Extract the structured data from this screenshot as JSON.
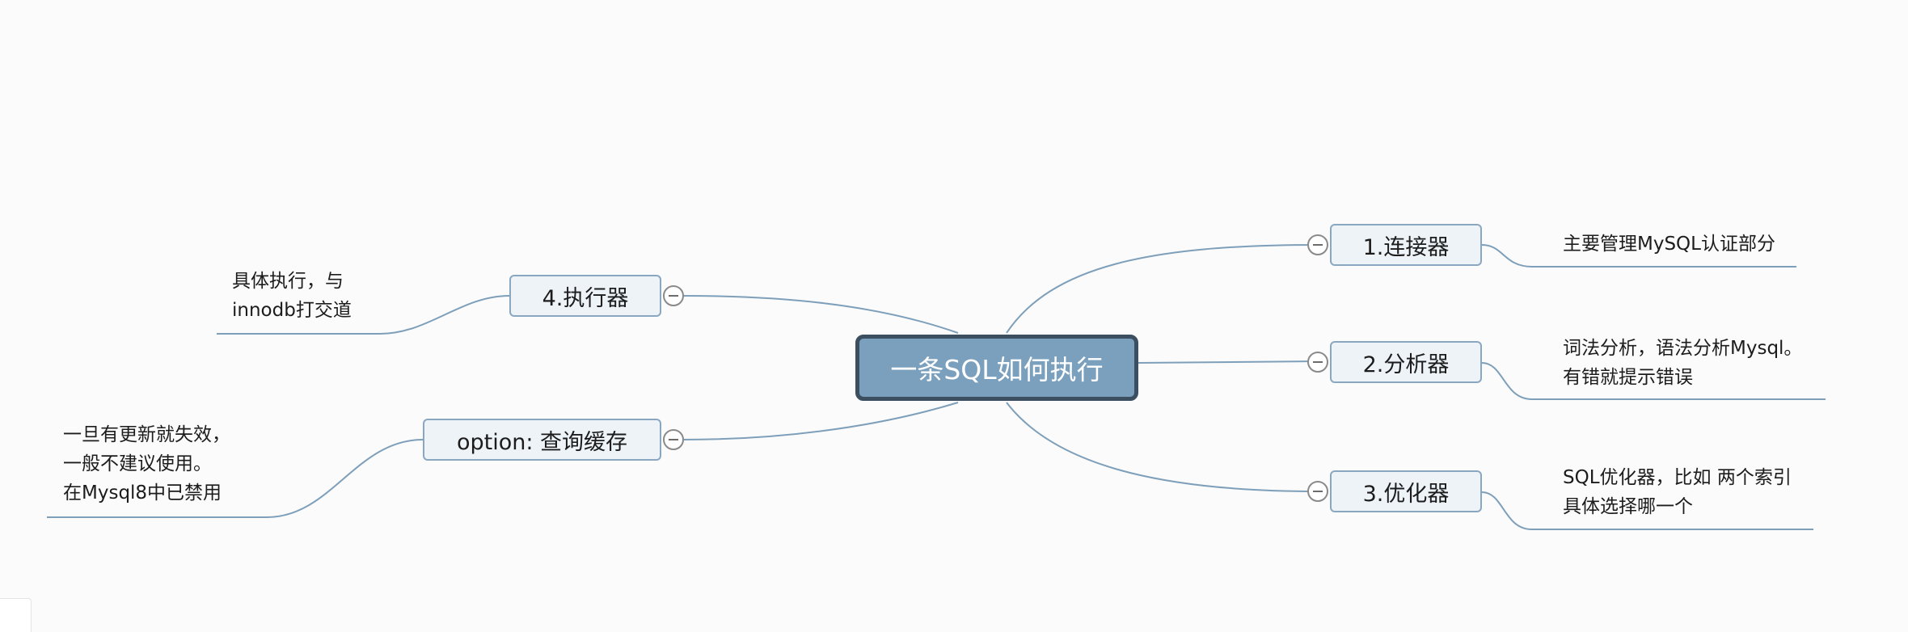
{
  "central": {
    "label": "一条SQL如何执行"
  },
  "branches": {
    "connector": {
      "label": "1.连接器",
      "note": [
        "主要管理MySQL认证部分"
      ]
    },
    "analyzer": {
      "label": "2.分析器",
      "note": [
        "词法分析，语法分析Mysql。",
        "有错就提示错误"
      ]
    },
    "optimizer": {
      "label": "3.优化器",
      "note": [
        "SQL优化器，比如 两个索引",
        "具体选择哪一个"
      ]
    },
    "executor": {
      "label": "4.执行器",
      "note": [
        "具体执行，与",
        "innodb打交道"
      ]
    },
    "query_cache": {
      "label": "option: 查询缓存",
      "note": [
        "一旦有更新就失效，",
        "一般不建议使用。",
        "在Mysql8中已禁用"
      ]
    }
  },
  "colors": {
    "link": "#7e9fba",
    "central_fill": "#7ba0bd",
    "central_border": "#3c4f61",
    "node_fill": "#eef3f8",
    "node_border": "#8aa7c2"
  },
  "icons": {
    "collapse": "minus-circle-icon"
  }
}
